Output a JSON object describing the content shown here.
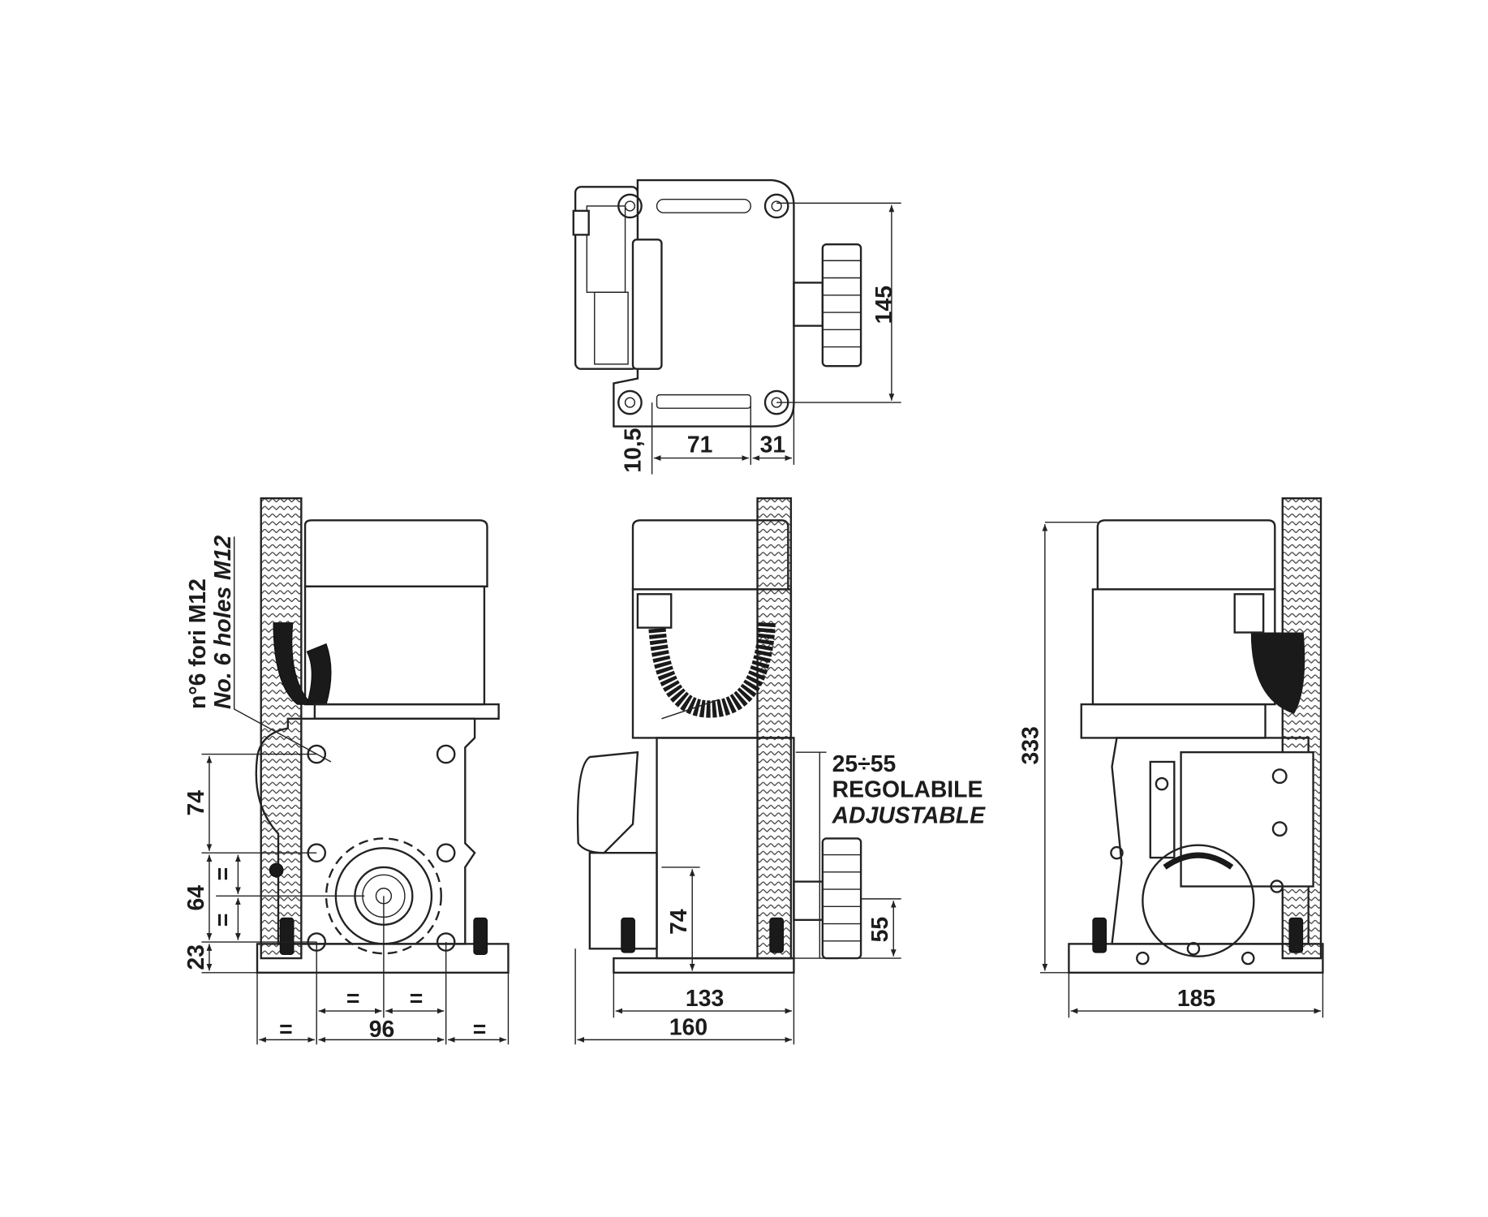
{
  "drawing": {
    "top_view": {
      "height_145": "145",
      "offset_10_5": "10,5",
      "slot_71": "71",
      "edge_31": "31"
    },
    "front_view": {
      "callout_it": "n°6 fori M12",
      "callout_en": "No. 6 holes M12",
      "dim_74": "74",
      "dim_64": "64",
      "dim_23": "23",
      "equal": "=",
      "dim_96": "96"
    },
    "side_view": {
      "dim_133": "133",
      "dim_160": "160",
      "range": "25÷55",
      "adjustable_it": "REGOLABILE",
      "adjustable_en": "ADJUSTABLE",
      "dim_74": "74",
      "dim_55": "55"
    },
    "rear_view": {
      "dim_333": "333",
      "dim_185": "185"
    }
  }
}
